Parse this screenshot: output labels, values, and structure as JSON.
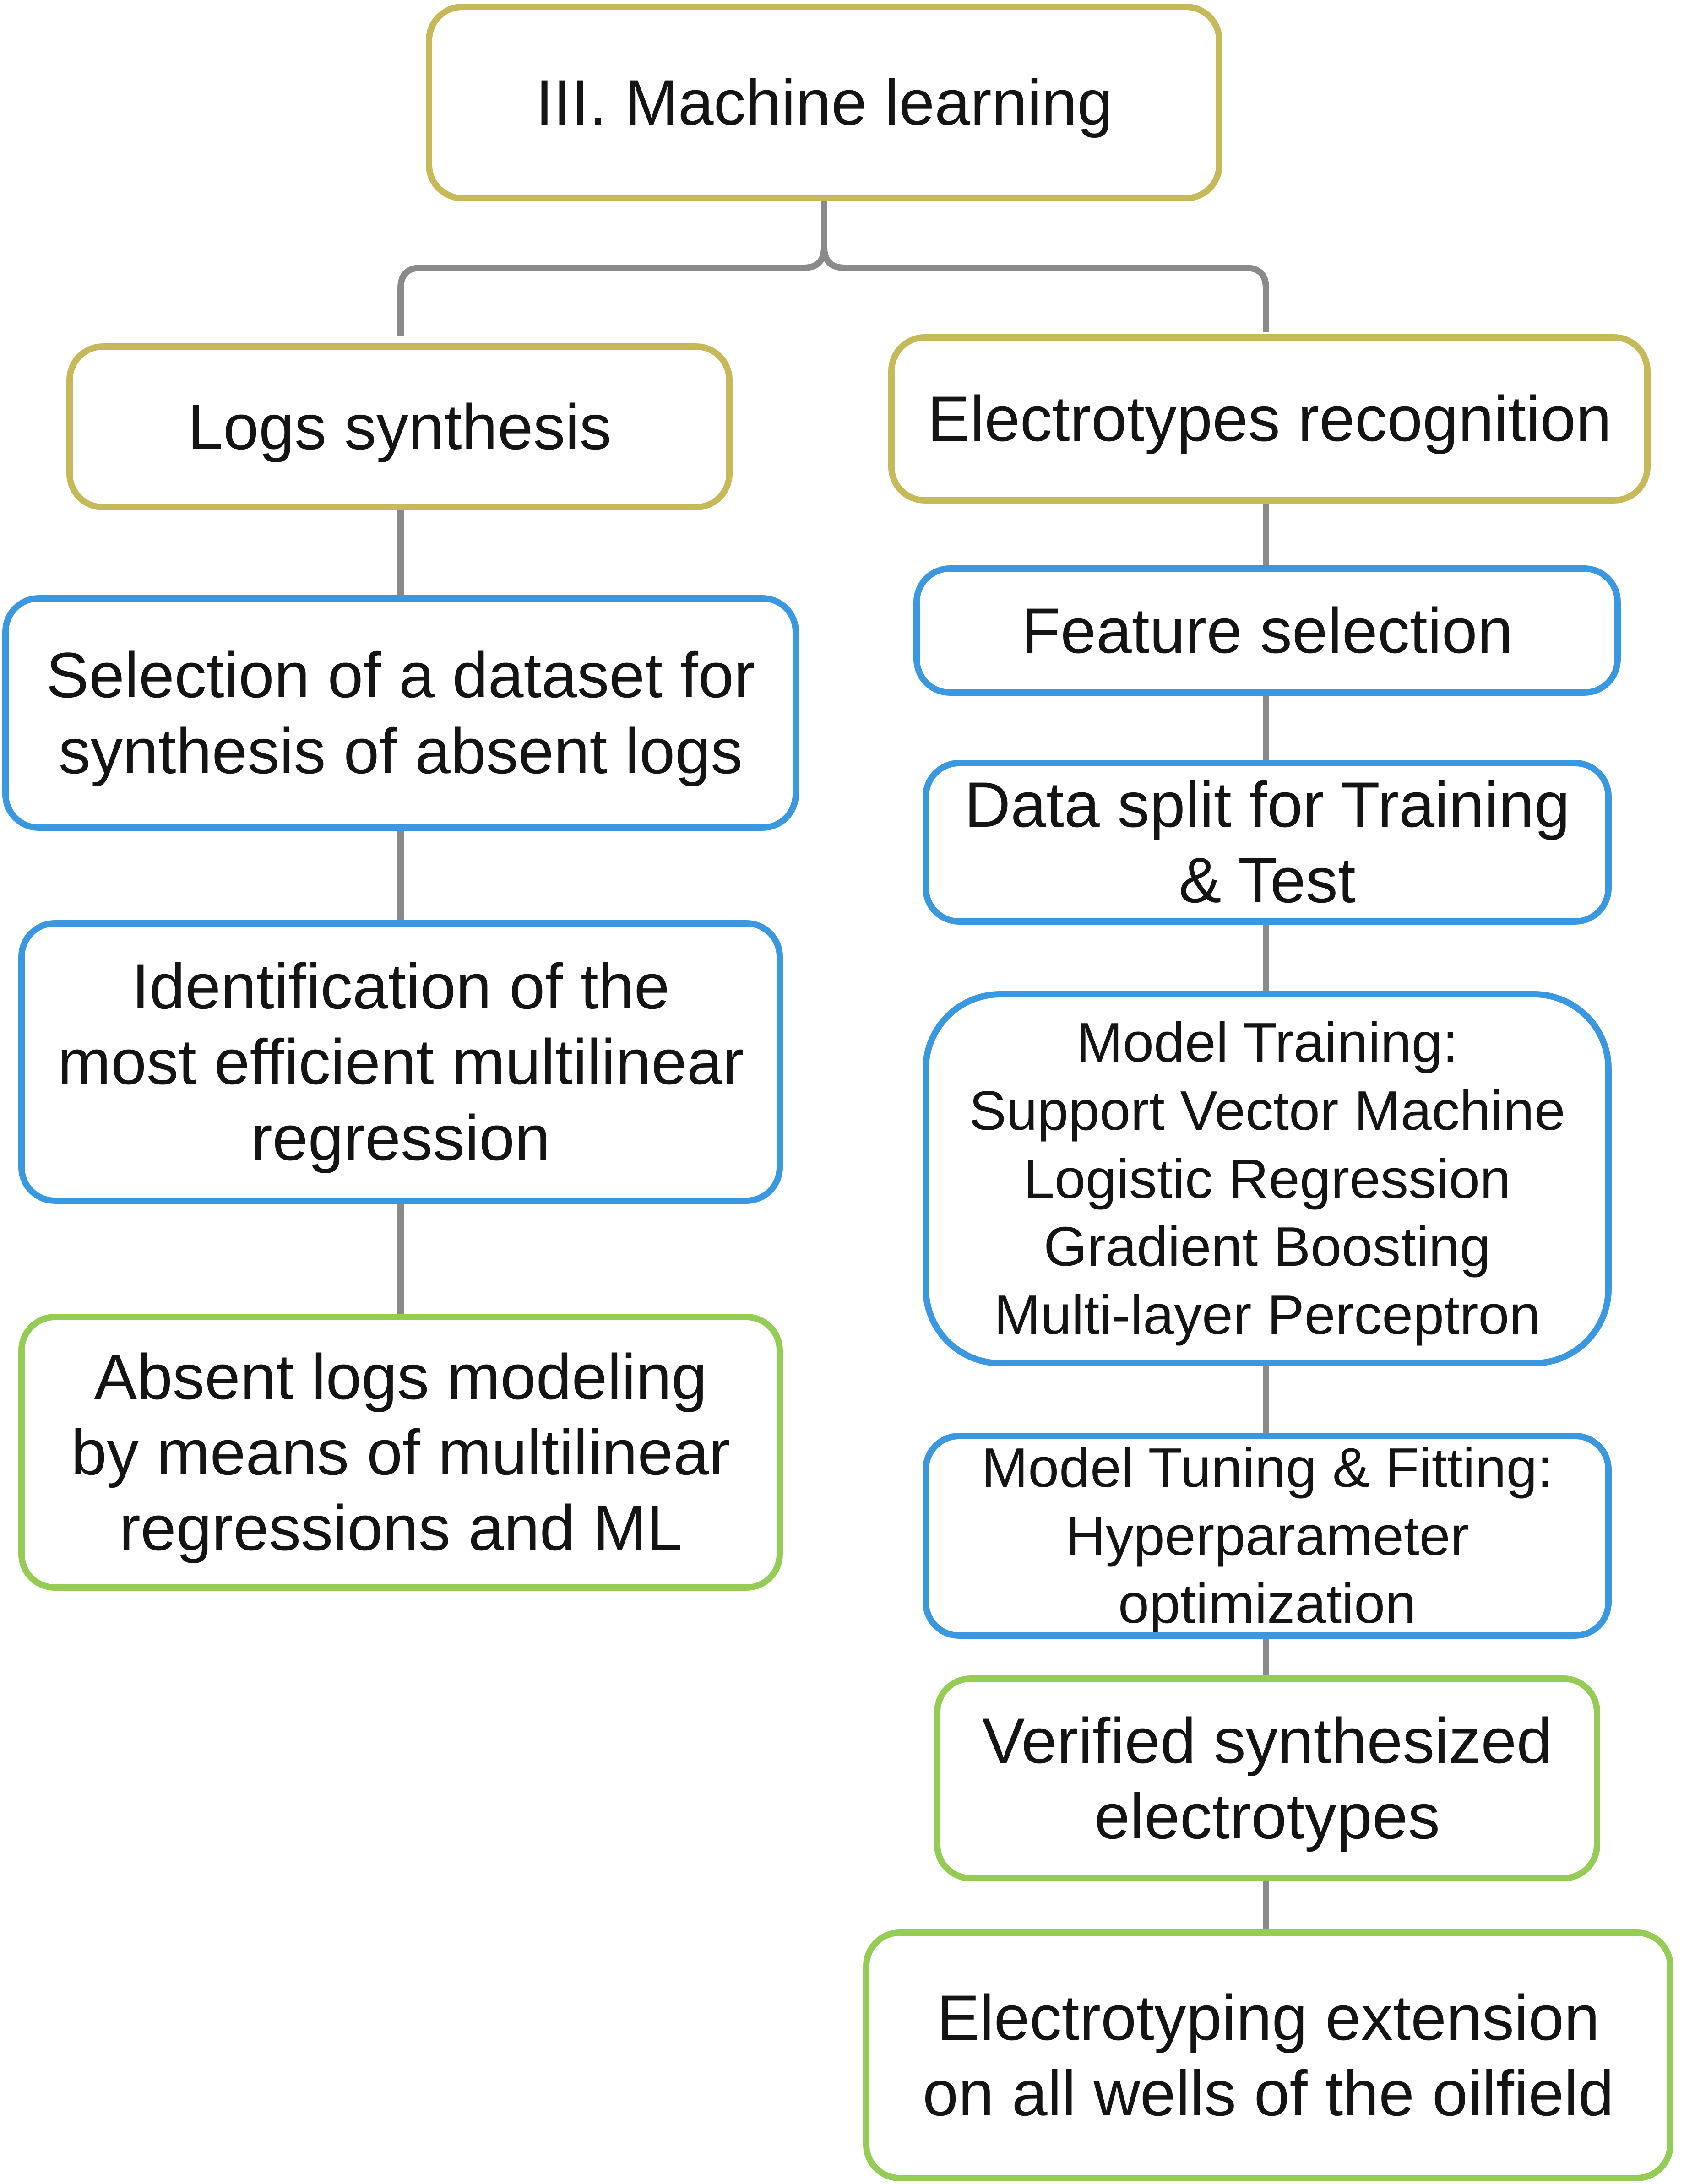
{
  "colors": {
    "olive": "#c6b95a",
    "blue": "#3a98e0",
    "green": "#95cc55",
    "connector": "#8a8a8a"
  },
  "root": {
    "lines": [
      "III. Machine learning"
    ]
  },
  "left_branch": {
    "header": {
      "lines": [
        "Logs synthesis"
      ]
    },
    "steps": [
      {
        "lines": [
          "Selection of a dataset for",
          "synthesis of absent logs"
        ]
      },
      {
        "lines": [
          "Identification of the",
          "most efficient multilinear",
          "regression"
        ]
      },
      {
        "lines": [
          "Absent logs modeling",
          "by means of multilinear",
          "regressions and ML"
        ]
      }
    ]
  },
  "right_branch": {
    "header": {
      "lines": [
        "Electrotypes recognition"
      ]
    },
    "steps": [
      {
        "lines": [
          "Feature selection"
        ]
      },
      {
        "lines": [
          "Data split for Training",
          "& Test"
        ]
      },
      {
        "lines": [
          "Model Training:",
          "Support Vector Machine",
          "Logistic Regression",
          "Gradient Boosting",
          "Multi-layer Perceptron"
        ]
      },
      {
        "lines": [
          "Model Tuning & Fitting:",
          "Hyperparameter",
          "optimization"
        ]
      },
      {
        "lines": [
          "Verified synthesized",
          "electrotypes"
        ]
      },
      {
        "lines": [
          "Electrotyping extension",
          "on all wells of the oilfield"
        ]
      }
    ]
  }
}
